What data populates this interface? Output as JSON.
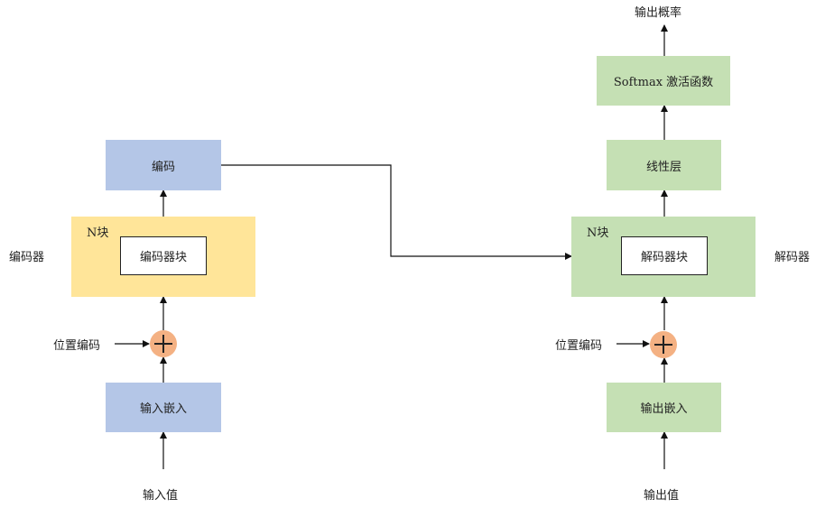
{
  "encoder": {
    "side_label": "编码器",
    "output_box": "编码",
    "n_label": "N块",
    "block": "编码器块",
    "pos_label": "位置编码",
    "embed_box": "输入嵌入",
    "input_label": "输入值"
  },
  "decoder": {
    "side_label": "解码器",
    "output_label": "输出概率",
    "softmax_box": "Softmax 激活函数",
    "linear_box": "线性层",
    "n_label": "N块",
    "block": "解码器块",
    "pos_label": "位置编码",
    "embed_box": "输出嵌入",
    "input_label": "输出值"
  },
  "colors": {
    "encoder_box": "#b4c6e7",
    "encoder_stack": "#ffe599",
    "decoder_box": "#c5e0b4",
    "add_node": "#f4b183"
  }
}
